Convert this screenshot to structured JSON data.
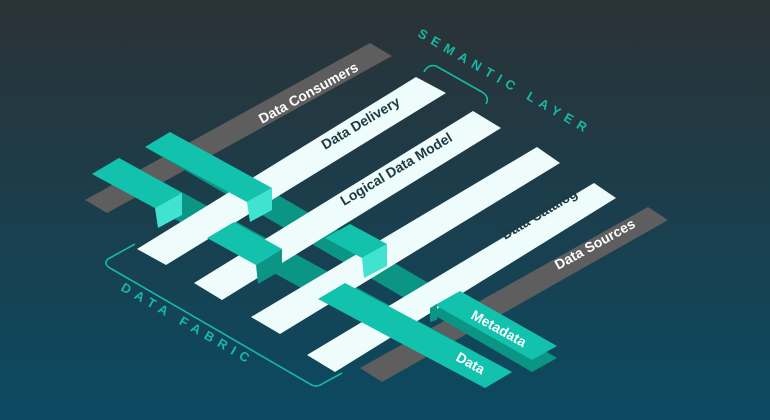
{
  "layers": {
    "data_consumers": "Data Consumers",
    "data_delivery": "Data Delivery",
    "logical_data_model": "Logical Data Model",
    "data_catalog": "Data Catalog",
    "data_sources": "Data Sources",
    "metadata": "Metadata",
    "data": "Data"
  },
  "groups": {
    "semantic_layer": "SEMANTIC LAYER",
    "data_fabric": "DATA FABRIC"
  },
  "colors": {
    "bg_top": "#2b3236",
    "bg_bottom": "#0b4a62",
    "white_bar": "#eefcfb",
    "gray_bar": "#5e5e5e",
    "teal": "#12c2ad",
    "teal_light": "#3fe3cf",
    "teal_dark": "#0a9584"
  }
}
